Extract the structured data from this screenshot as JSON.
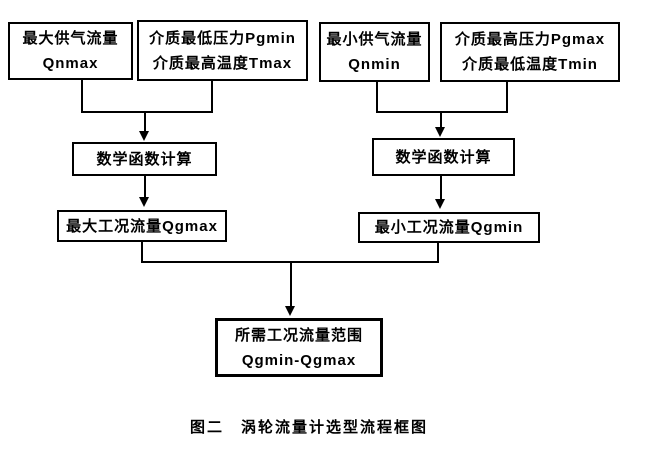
{
  "figure": {
    "caption": "图二　涡轮流量计选型流程框图"
  },
  "colors": {
    "line": "#000000",
    "background": "#ffffff",
    "text": "#000000"
  },
  "nodes": {
    "qnmax": {
      "line1": "最大供气流量",
      "line2": "Qnmax"
    },
    "pgmin_tmax": {
      "line1": "介质最低压力Pgmin",
      "line2": "介质最高温度Tmax"
    },
    "qnmin": {
      "line1": "最小供气流量",
      "line2": "Qnmin"
    },
    "pgmax_tmin": {
      "line1": "介质最高压力Pgmax",
      "line2": "介质最低温度Tmin"
    },
    "math_left": {
      "label": "数学函数计算"
    },
    "math_right": {
      "label": "数学函数计算"
    },
    "qgmax": {
      "label": "最大工况流量Qgmax"
    },
    "qgmin": {
      "label": "最小工况流量Qgmin"
    },
    "result": {
      "line1": "所需工况流量范围",
      "line2": "Qgmin-Qgmax"
    }
  }
}
